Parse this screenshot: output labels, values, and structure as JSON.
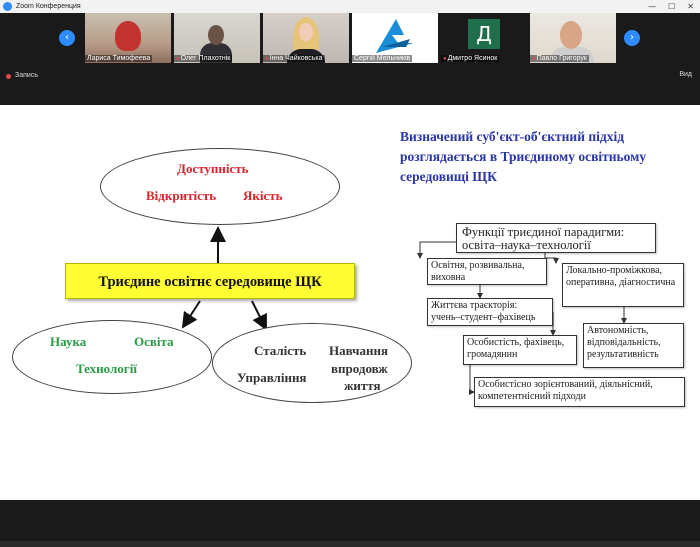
{
  "window": {
    "title": "Zoom Конференция"
  },
  "gallery": {
    "participants": [
      {
        "name": "Лариса Тимофеева"
      },
      {
        "name": "Олег Плахотнік"
      },
      {
        "name": "Інна Чайковська"
      },
      {
        "name": "Сергій Мельників"
      },
      {
        "name": "Дмитро Ясинок",
        "avatar_letter": "Д"
      },
      {
        "name": "Павло Григорук"
      }
    ]
  },
  "toolbar": {
    "record_label": "Запись",
    "view_label": "Вид"
  },
  "slide": {
    "title": "Визначений суб'єкт-об'єктний підхід розглядається в Триєдиному освітньому середовищі ЩК",
    "center_box": "Триєдине освітнє середовище ЩК",
    "top_ellipse": {
      "l1": "Доступність",
      "l2": "Відкритість",
      "l3": "Якість"
    },
    "left_ellipse": {
      "l1": "Наука",
      "l2": "Освіта",
      "l3": "Технології"
    },
    "right_ellipse": {
      "l1": "Сталість",
      "l2": "Навчання",
      "l3": "впродовж",
      "l4": "життя",
      "l5": "Управління"
    },
    "diagram": {
      "main": "Функції триєдиної парадигми: освіта–наука–технології",
      "b1": "Освітня, розвивальна, виховна",
      "b2": "Життєва траєкторія: учень–студент–фахівець",
      "b3": "Локально-проміжкова, оперативна, діагностична",
      "b4": "Особистість, фахівець, громадянин",
      "b5": "Автономність, відповідальність, результативність",
      "b6": "Особистісно зорієнтований, діяльнісний, компетентнісний підходи"
    }
  },
  "colors": {
    "accent": "#2d8cff",
    "title_blue": "#2a35a8",
    "red": "#d6262b",
    "green": "#2a9a45",
    "yellow": "#ffff33"
  }
}
